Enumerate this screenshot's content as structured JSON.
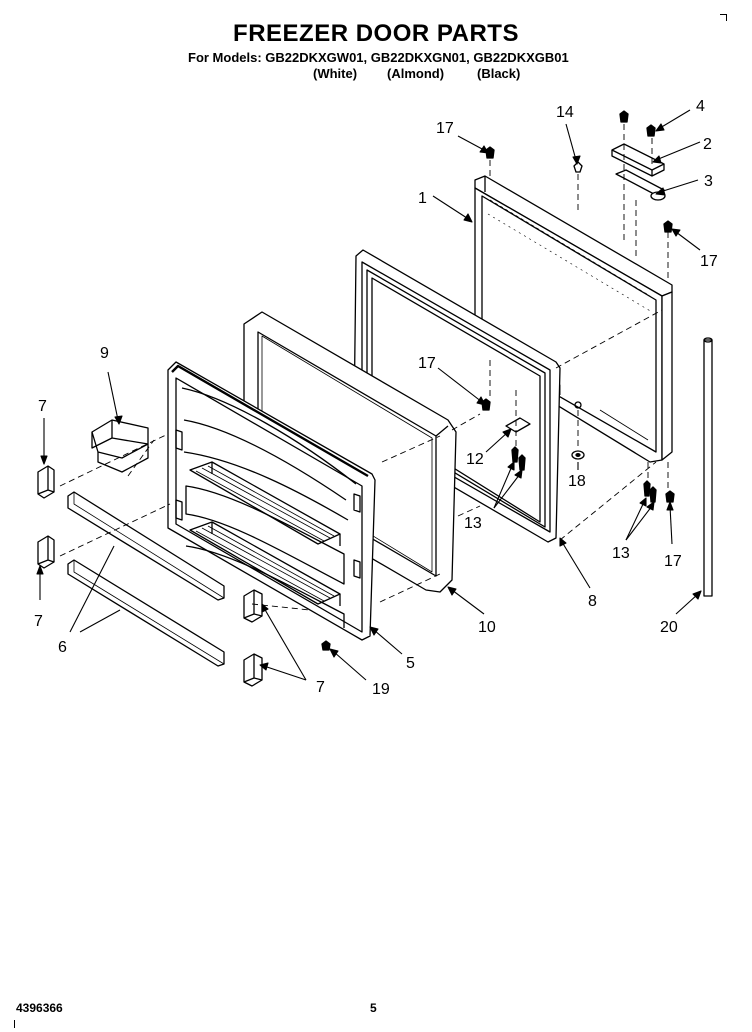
{
  "header": {
    "title": "FREEZER DOOR PARTS",
    "models": "For Models: GB22DKXGW01, GB22DKXGN01, GB22DKXGB01",
    "colors": [
      "(White)",
      "(Almond)",
      "(Black)"
    ]
  },
  "callouts": [
    "1",
    "2",
    "3",
    "4",
    "5",
    "6",
    "7",
    "7",
    "7",
    "8",
    "9",
    "10",
    "12",
    "13",
    "13",
    "14",
    "17",
    "17",
    "17",
    "17",
    "18",
    "19",
    "20"
  ],
  "footer": {
    "part_number": "4396366",
    "page": "5"
  }
}
